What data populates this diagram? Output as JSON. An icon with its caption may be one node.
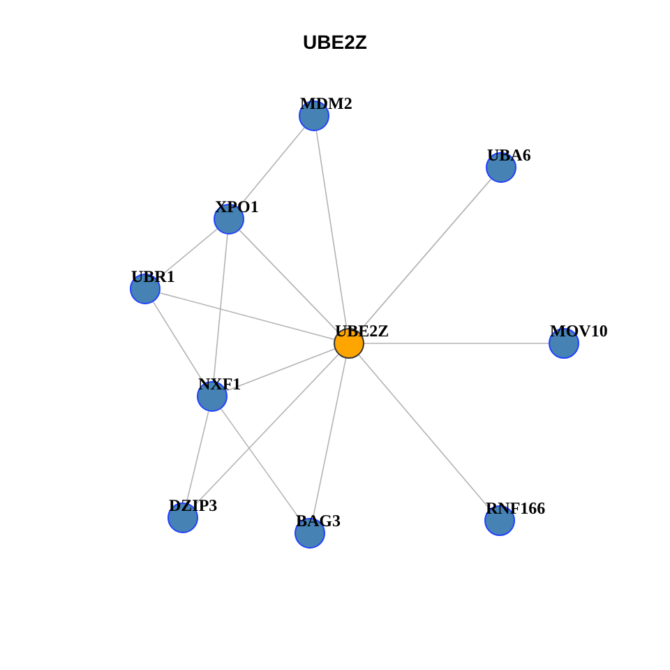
{
  "diagram": {
    "title": "UBE2Z",
    "nodes": [
      {
        "text": [
          "MDM2"
        ]
      },
      {
        "text": [
          "UBA6"
        ]
      },
      {
        "text": [
          "XPO1"
        ]
      },
      {
        "text": [
          "UBR1"
        ]
      },
      {
        "text": [
          "UBE2Z"
        ]
      },
      {
        "text": [
          "MOV10"
        ]
      },
      {
        "text": [
          "NXF1"
        ]
      },
      {
        "text": [
          "DZIP3"
        ]
      },
      {
        "text": [
          "RNF166"
        ]
      },
      {
        "text": [
          "BAG3"
        ]
      }
    ],
    "edges": [
      {
        "from": 0,
        "to": 2,
        "arrow": "none"
      },
      {
        "from": 0,
        "to": 4,
        "arrow": "none"
      },
      {
        "from": 1,
        "to": 4,
        "arrow": "none"
      },
      {
        "from": 2,
        "to": 3,
        "arrow": "none"
      },
      {
        "from": 2,
        "to": 4,
        "arrow": "none"
      },
      {
        "from": 2,
        "to": 6,
        "arrow": "none"
      },
      {
        "from": 3,
        "to": 4,
        "arrow": "none"
      },
      {
        "from": 3,
        "to": 6,
        "arrow": "none"
      },
      {
        "from": 4,
        "to": 5,
        "arrow": "none"
      },
      {
        "from": 6,
        "to": 4,
        "arrow": "none"
      },
      {
        "from": 7,
        "to": 4,
        "arrow": "none"
      },
      {
        "from": 9,
        "to": 4,
        "arrow": "none"
      },
      {
        "from": 8,
        "to": 4,
        "arrow": "none"
      },
      {
        "from": 6,
        "to": 7,
        "arrow": "none"
      },
      {
        "from": 6,
        "to": 9,
        "arrow": "none"
      }
    ]
  }
}
